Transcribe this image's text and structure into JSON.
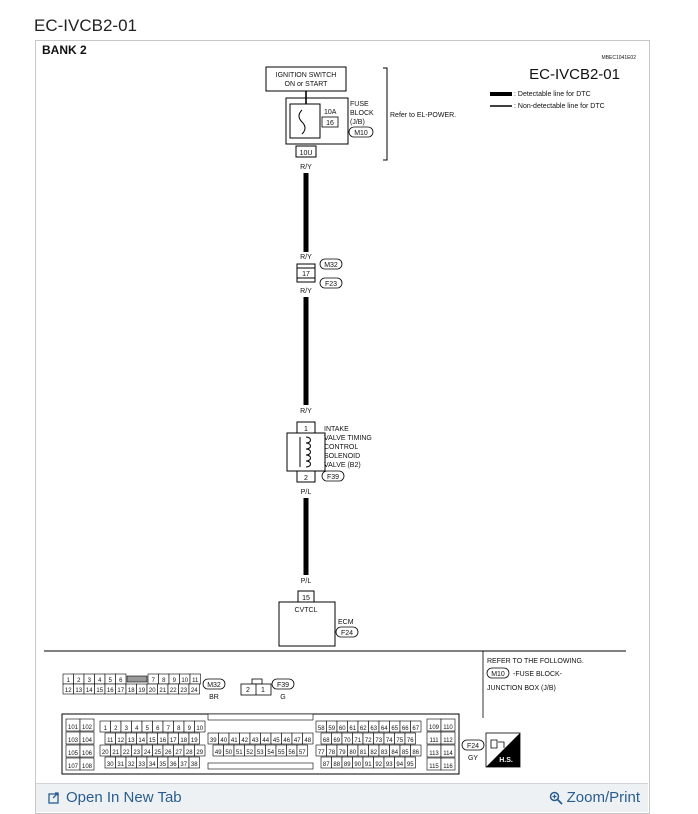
{
  "page_heading": "EC-IVCB2-01",
  "diagram": {
    "bank_label": "BANK 2",
    "ref_code": "MBEC1041E02",
    "title": "EC-IVCB2-01",
    "legend": {
      "detectable": ": Detectable line for DTC",
      "non_detectable": ": Non-detectable line for DTC"
    },
    "ignition_line1": "IGNITION SWITCH",
    "ignition_line2": "ON or START",
    "fuse_amp": "10A",
    "fuse_number": "16",
    "fuse_label1": "FUSE",
    "fuse_label2": "BLOCK",
    "fuse_label3": "(J/B)",
    "fuse_connector": "M10",
    "fuse_terminal": "10U",
    "refer_power": "Refer to EL-POWER.",
    "wire_ry_1": "R/Y",
    "wire_ry_2": "R/Y",
    "joint_terminal": "17",
    "joint_conn_top": "M32",
    "joint_conn_bottom": "F23",
    "wire_ry_3": "R/Y",
    "wire_ry_4": "R/Y",
    "solenoid_terminal_top": "1",
    "solenoid_terminal_bottom": "2",
    "solenoid_lines": [
      "INTAKE",
      "VALVE TIMING",
      "CONTROL",
      "SOLENOID",
      "VALVE (B2)"
    ],
    "solenoid_connector": "F39",
    "wire_pl_1": "P/L",
    "wire_pl_2": "P/L",
    "ecm_terminal": "15",
    "ecm_pin_name": "CVTCL",
    "ecm_label": "ECM",
    "ecm_connector": "F24",
    "refer_following": "REFER TO THE FOLLOWING.",
    "refer_conn": "M10",
    "refer_desc1": "-FUSE BLOCK-",
    "refer_desc2": "JUNCTION BOX (J/B)",
    "m32_top": [
      "1",
      "2",
      "3",
      "4",
      "5",
      "6",
      "",
      "7",
      "8",
      "9",
      "10",
      "11"
    ],
    "m32_bottom": [
      "12",
      "13",
      "14",
      "15",
      "16",
      "17",
      "18",
      "19",
      "20",
      "21",
      "22",
      "23",
      "24"
    ],
    "m32_code": "M32",
    "m32_color": "BR",
    "f39_pins": [
      "2",
      "1"
    ],
    "f39_code": "F39",
    "f39_color": "G",
    "f24_code": "F24",
    "f24_color": "GY",
    "hs_label": "H.S.",
    "ecm_conn_left": [
      [
        "101",
        "102"
      ],
      [
        "103",
        "104"
      ],
      [
        "105",
        "106"
      ],
      [
        "107",
        "108"
      ]
    ],
    "ecm_conn_right": [
      [
        "109",
        "110"
      ],
      [
        "111",
        "112"
      ],
      [
        "113",
        "114"
      ],
      [
        "115",
        "116"
      ]
    ],
    "ecm_conn_rows": [
      [
        "1",
        "2",
        "3",
        "4",
        "5",
        "6",
        "7",
        "8",
        "9",
        "10"
      ],
      [
        "11",
        "12",
        "13",
        "14",
        "15",
        "16",
        "17",
        "18",
        "19"
      ],
      [
        "20",
        "21",
        "22",
        "23",
        "24",
        "25",
        "26",
        "27",
        "28",
        "29"
      ],
      [
        "30",
        "31",
        "32",
        "33",
        "34",
        "35",
        "36",
        "37",
        "38"
      ]
    ],
    "ecm_conn_mid": [
      [
        "39",
        "40",
        "41",
        "42",
        "43",
        "44",
        "45",
        "46",
        "47",
        "48"
      ],
      [
        "49",
        "50",
        "51",
        "52",
        "53",
        "54",
        "55",
        "56",
        "57"
      ]
    ],
    "ecm_conn_right_rows": [
      [
        "58",
        "59",
        "60",
        "61",
        "62",
        "63",
        "64",
        "65",
        "66",
        "67"
      ],
      [
        "68",
        "69",
        "70",
        "71",
        "72",
        "73",
        "74",
        "75",
        "76"
      ],
      [
        "77",
        "78",
        "79",
        "80",
        "81",
        "82",
        "83",
        "84",
        "85",
        "86"
      ],
      [
        "87",
        "88",
        "89",
        "90",
        "91",
        "92",
        "93",
        "94",
        "95"
      ]
    ]
  },
  "footer": {
    "open_new_tab": "Open In New Tab",
    "zoom_print": "Zoom/Print"
  }
}
